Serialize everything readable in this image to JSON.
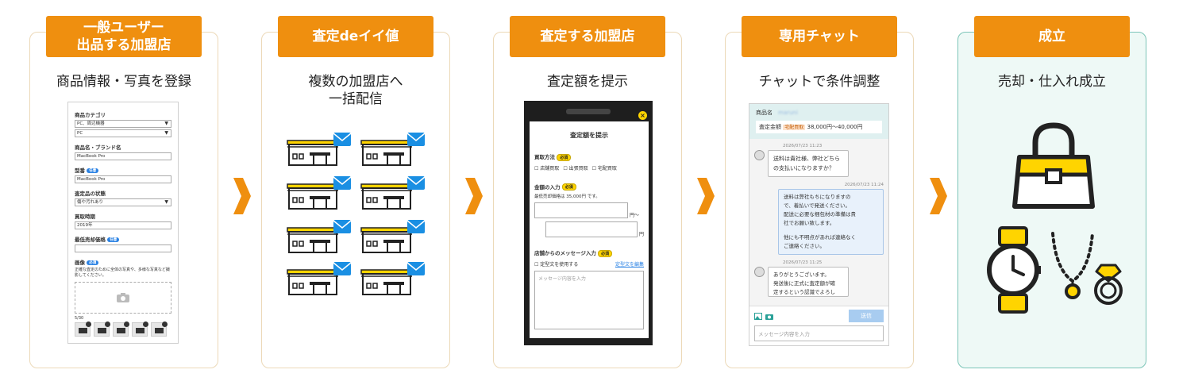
{
  "steps": [
    {
      "tag_line1": "一般ユーザー",
      "tag_line2": "出品する加盟店",
      "desc_line1": "商品情報・写真を登録",
      "desc_line2": ""
    },
    {
      "tag_line1": "査定deイイ値",
      "tag_line2": "",
      "desc_line1": "複数の加盟店へ",
      "desc_line2": "一括配信"
    },
    {
      "tag_line1": "査定する加盟店",
      "tag_line2": "",
      "desc_line1": "査定額を提示",
      "desc_line2": ""
    },
    {
      "tag_line1": "専用チャット",
      "tag_line2": "",
      "desc_line1": "チャットで条件調整",
      "desc_line2": ""
    },
    {
      "tag_line1": "成立",
      "tag_line2": "",
      "desc_line1": "売却・仕入れ成立",
      "desc_line2": ""
    }
  ],
  "form": {
    "category_label": "商品カテゴリ",
    "category_value1": "PC、周辺機器",
    "category_value2": "PC",
    "brand_label": "商品名・ブランド名",
    "brand_value": "MacBook Pro",
    "model_label": "型番",
    "model_badge": "任意",
    "model_value": "MacBook Pro",
    "condition_label": "査定品の状態",
    "condition_value": "傷や汚れあり",
    "purchase_label": "買取時期",
    "purchase_value": "2019年",
    "min_price_label": "最低売却価格",
    "min_price_badge": "任意",
    "image_label": "画像",
    "image_badge": "必須",
    "image_note": "正確な査定のために全体の写真や、多様な写真など撮影してください。",
    "image_count": "5/30"
  },
  "modal": {
    "title": "査定額を提示",
    "method_label": "買取方法",
    "required_badge": "必須",
    "opt1": "店舗買取",
    "opt2": "出張買取",
    "opt3": "宅配買取",
    "amount_label": "金額の入力",
    "min_note": "最低売却価格は 35,000円 です。",
    "yen_range": "円〜",
    "yen": "円",
    "message_label": "店舗からのメッセージ入力",
    "template_label": "定型文を使用する",
    "template_link": "定型文を編集",
    "message_placeholder": "メッセージ内容を入力"
  },
  "chat": {
    "item_label": "商品名",
    "item_value": "maruni",
    "amount_label": "査定金額",
    "amount_method": "宅配買取",
    "amount_value": "38,000円〜40,000円",
    "time1": "2026/07/23  11:23",
    "msg1_l1": "送料は貴社様、弊社どちら",
    "msg1_l2": "の支払いになりますか？",
    "time2": "2026/07/23  11:24",
    "msg2_l1": "送料は弊社もちになりますの",
    "msg2_l2": "で、着払いで発送ください。",
    "msg2_l3": "配送に必要な梱包材の準備は貴",
    "msg2_l4": "社でお願い致します。",
    "msg2_l5": "他にも不明点があれば連絡なく",
    "msg2_l6": "ご連絡ください。",
    "time3": "2026/07/23  11:25",
    "msg3_l1": "ありがとうございます。",
    "msg3_l2": "発送後に正式に査定額が確",
    "msg3_l3": "定するという認識でよろし",
    "send_label": "送信",
    "input_placeholder": "メッセージ内容を入力"
  },
  "colors": {
    "accent": "#ef8f0f",
    "yellow": "#ffd400",
    "mail_blue": "#1a8fe3",
    "final_border": "#7cc5b8"
  },
  "icons": [
    "shop-icon",
    "mail-icon",
    "bag-icon",
    "watch-icon",
    "necklace-icon",
    "ring-icon",
    "chevron-right-icon"
  ]
}
